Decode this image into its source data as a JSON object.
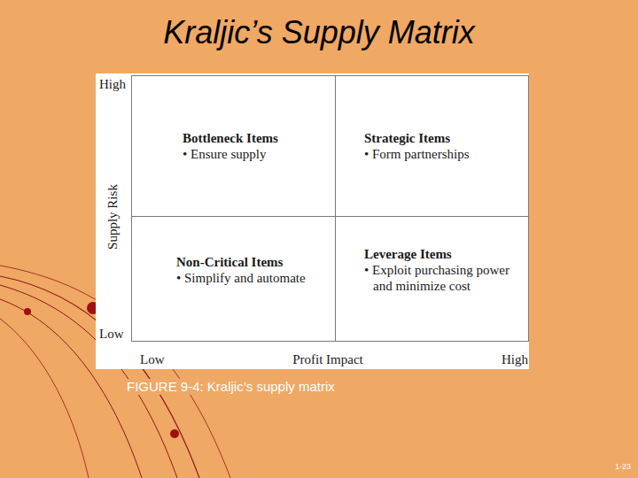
{
  "diagram": {
    "title": "Kraljic’s Supply Matrix",
    "caption": "FIGURE 9-4: Kraljic’s supply matrix",
    "nodes": [
      {
        "text": [
          "Bottleneck Items",
          "• Ensure supply"
        ]
      },
      {
        "text": [
          "Strategic Items",
          "• Form partnerships"
        ]
      },
      {
        "text": [
          "Non-Critical Items",
          "• Simplify and automate"
        ]
      },
      {
        "text": [
          "Leverage Items",
          "• Exploit purchasing power and minimize cost"
        ]
      }
    ],
    "labels": [
      "High",
      "Supply Risk",
      "Low",
      "Low",
      "Profit Impact",
      "High",
      "1-23"
    ]
  }
}
